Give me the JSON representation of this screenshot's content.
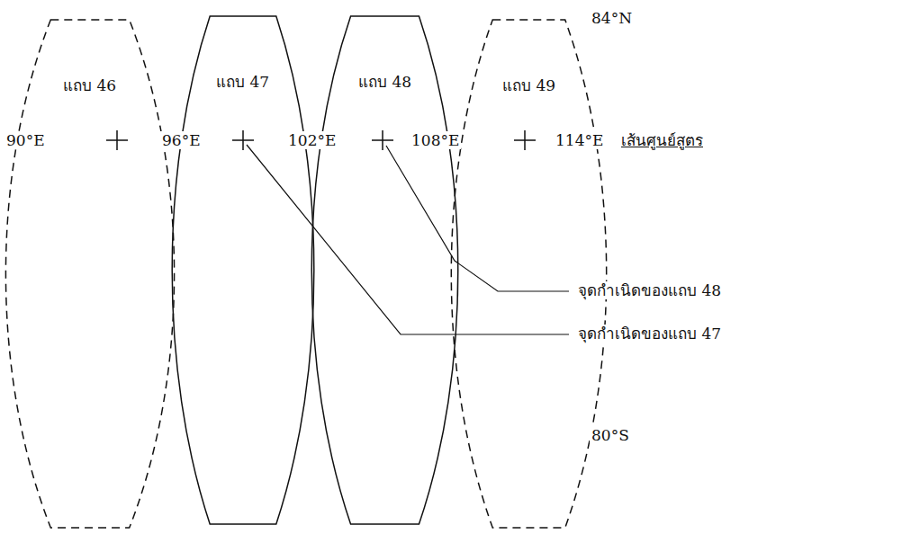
{
  "diagram": {
    "nodes": [
      {
        "text": [
          "แถบ 46"
        ]
      },
      {
        "text": [
          "แถบ 47"
        ]
      },
      {
        "text": [
          "แถบ 48"
        ]
      },
      {
        "text": [
          "แถบ 49"
        ]
      }
    ],
    "labels": [
      "84°N",
      "90°E",
      "96°E",
      "102°E",
      "108°E",
      "114°E",
      "เส้นศูนย์สูตร",
      "จุดกำเนิดของแถบ 48",
      "จุดกำเนิดของแถบ 47",
      "80°S"
    ]
  }
}
